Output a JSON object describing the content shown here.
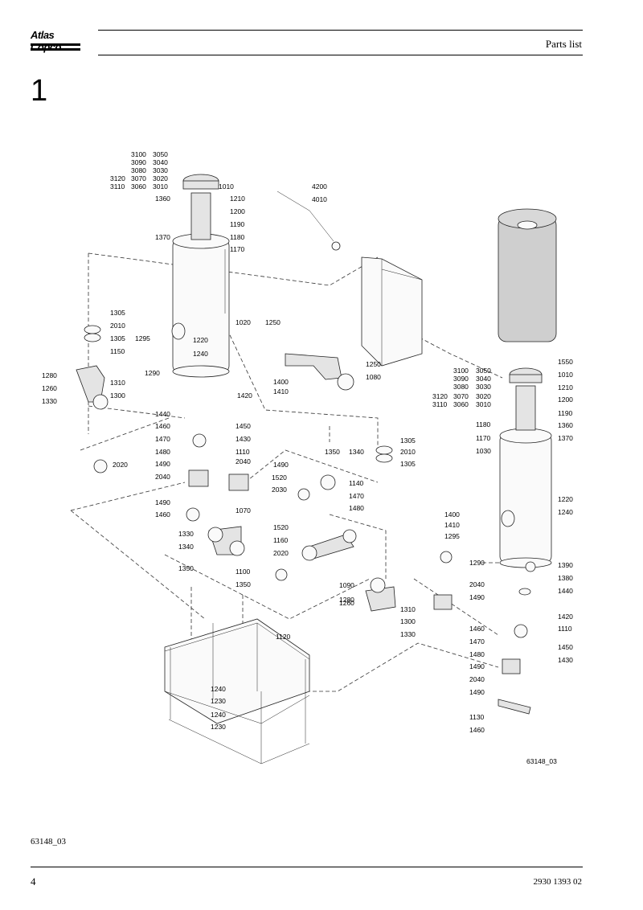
{
  "header": {
    "brand": "Atlas Copco",
    "title": "Parts list"
  },
  "section_number": "1",
  "diagram": {
    "drawing_ref": "63148_03",
    "callouts": [
      "3100",
      "3090",
      "3080",
      "3120",
      "3110",
      "3050",
      "3040",
      "3030",
      "3070",
      "3060",
      "3020",
      "3010",
      "1010",
      "1210",
      "1200",
      "1190",
      "1180",
      "1170",
      "1360",
      "1370",
      "4200",
      "4010",
      "1020",
      "1305",
      "2010",
      "1305",
      "1150",
      "1295",
      "1290",
      "1220",
      "1240",
      "1250",
      "1250",
      "1080",
      "1400",
      "1410",
      "1420",
      "1280",
      "1260",
      "1310",
      "1330",
      "1300",
      "1440",
      "1460",
      "1470",
      "1480",
      "1450",
      "1430",
      "1110",
      "2040",
      "1490",
      "1490",
      "2040",
      "2030",
      "1520",
      "1350",
      "1340",
      "1140",
      "1305",
      "2010",
      "1305",
      "1470",
      "1480",
      "2020",
      "1490",
      "1460",
      "1070",
      "1330",
      "1340",
      "1350",
      "1100",
      "1350",
      "1520",
      "1160",
      "2020",
      "1090",
      "1280",
      "1260",
      "1310",
      "1300",
      "1330",
      "2040",
      "1490",
      "1120",
      "1240",
      "1230",
      "1240",
      "1230",
      "1550",
      "3100",
      "3090",
      "3080",
      "3120",
      "3110",
      "3050",
      "3040",
      "3030",
      "3070",
      "3060",
      "3020",
      "3010",
      "1010",
      "1210",
      "1200",
      "1190",
      "1180",
      "1170",
      "1360",
      "1370",
      "1030",
      "1220",
      "1240",
      "1400",
      "1410",
      "1295",
      "1290",
      "1390",
      "1380",
      "1440",
      "1420",
      "1110",
      "1460",
      "1470",
      "1480",
      "1450",
      "1430",
      "1490",
      "2040",
      "1490",
      "1130",
      "1460"
    ]
  },
  "footer": {
    "drawing_ref": "63148_03",
    "page_number": "4",
    "doc_number": "2930 1393 02"
  }
}
